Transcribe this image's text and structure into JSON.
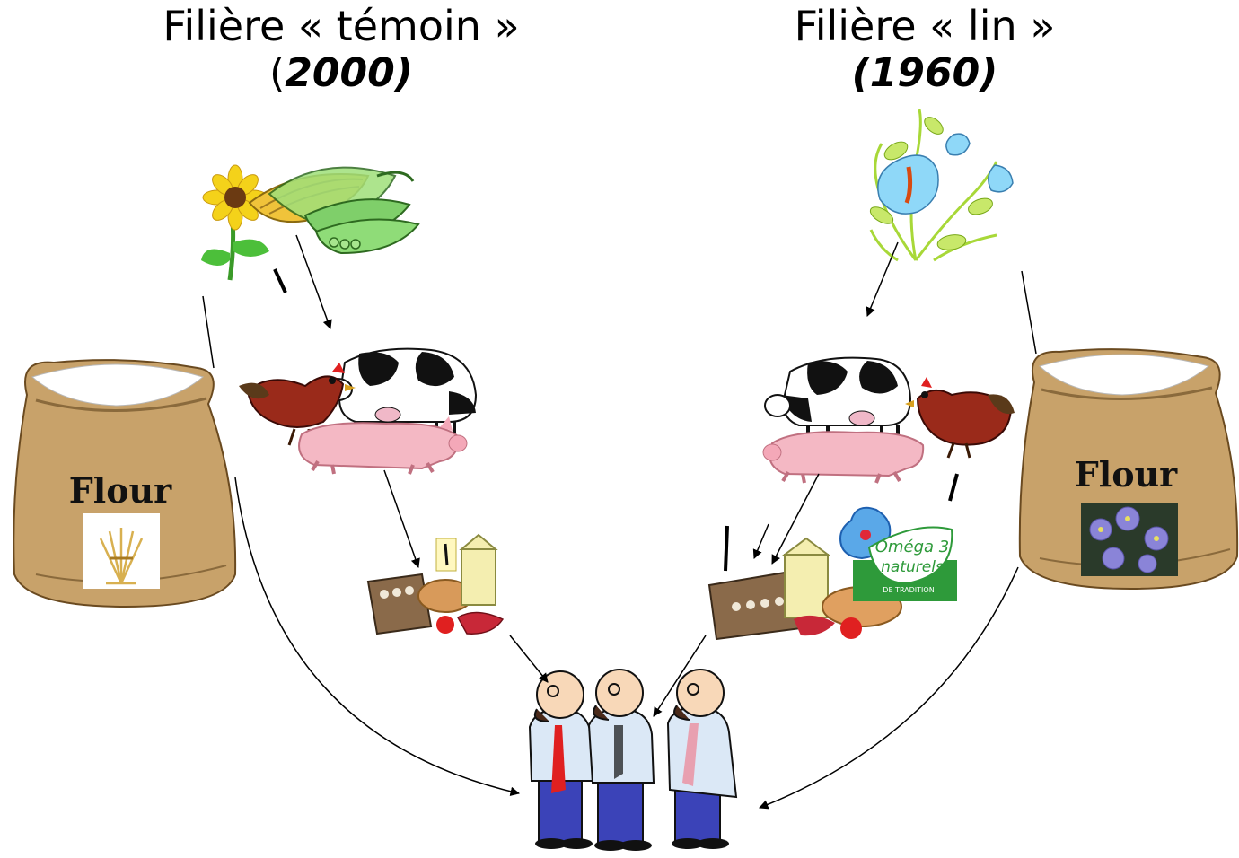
{
  "left_chain": {
    "title": "Filière « témoin »",
    "year_open": "(",
    "year": "2000)"
  },
  "right_chain": {
    "title": "Filière « lin »",
    "year": "(1960)"
  },
  "flour_bag_left": {
    "label": "Flour",
    "picture": "wheat-sheaf-icon"
  },
  "flour_bag_right": {
    "label": "Flour",
    "picture": "flax-flower-icon"
  },
  "omega_logo": {
    "line1": "Oméga 3",
    "line2": "naturels",
    "line3": "DE TRADITION"
  },
  "icons": [
    "sunflower-icon",
    "corn-icon",
    "pea-pod-icon",
    "flax-plant-icon",
    "cow-icon",
    "chicken-icon",
    "pig-icon",
    "food-products-icon",
    "consumers-icon"
  ],
  "colors": {
    "sack": "#c8a26a",
    "sack_dark": "#8a6a3c",
    "flax_blue": "#7fc8f0",
    "cow_black": "#111111",
    "pig_pink": "#f4b8c4",
    "hen_red": "#b0261c",
    "shirt_blue": "#dbe8f6",
    "trousers": "#3b43b8",
    "tie_red": "#e02020",
    "omega_green": "#2e9a3a",
    "omega_blue": "#1e70c8"
  }
}
